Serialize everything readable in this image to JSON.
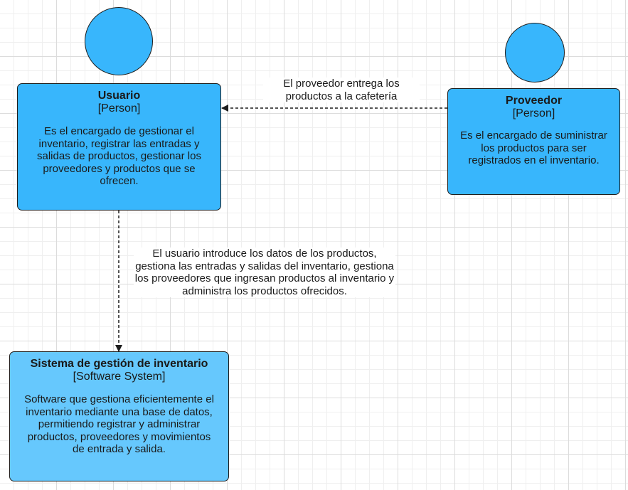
{
  "elements": {
    "usuario": {
      "title": "Usuario",
      "type": "[Person]",
      "description": "Es el encargado de gestionar el inventario, registrar las entradas y salidas de productos, gestionar los proveedores y productos que se ofrecen."
    },
    "proveedor": {
      "title": "Proveedor",
      "type": "[Person]",
      "description": "Es el encargado de suministrar los productos para ser registrados en el inventario."
    },
    "sistema": {
      "title": "Sistema de gestión de inventario",
      "type": "[Software System]",
      "description": "Software que gestiona eficientemente el inventario mediante una base de datos, permitiendo registrar y administrar productos, proveedores y movimientos de entrada y salida."
    }
  },
  "relationships": {
    "proveedor_to_usuario": "El proveedor  entrega los productos a la cafetería",
    "usuario_to_sistema": "El usuario introduce los datos de los productos, gestiona las entradas y salidas del inventario, gestiona los proveedores que ingresan productos al inventario y administra los productos ofrecidos."
  },
  "colors": {
    "person": "#38b6fc",
    "software_system": "#66c8fd",
    "border": "#1d1d1d",
    "connector": "#1d1d1d"
  }
}
